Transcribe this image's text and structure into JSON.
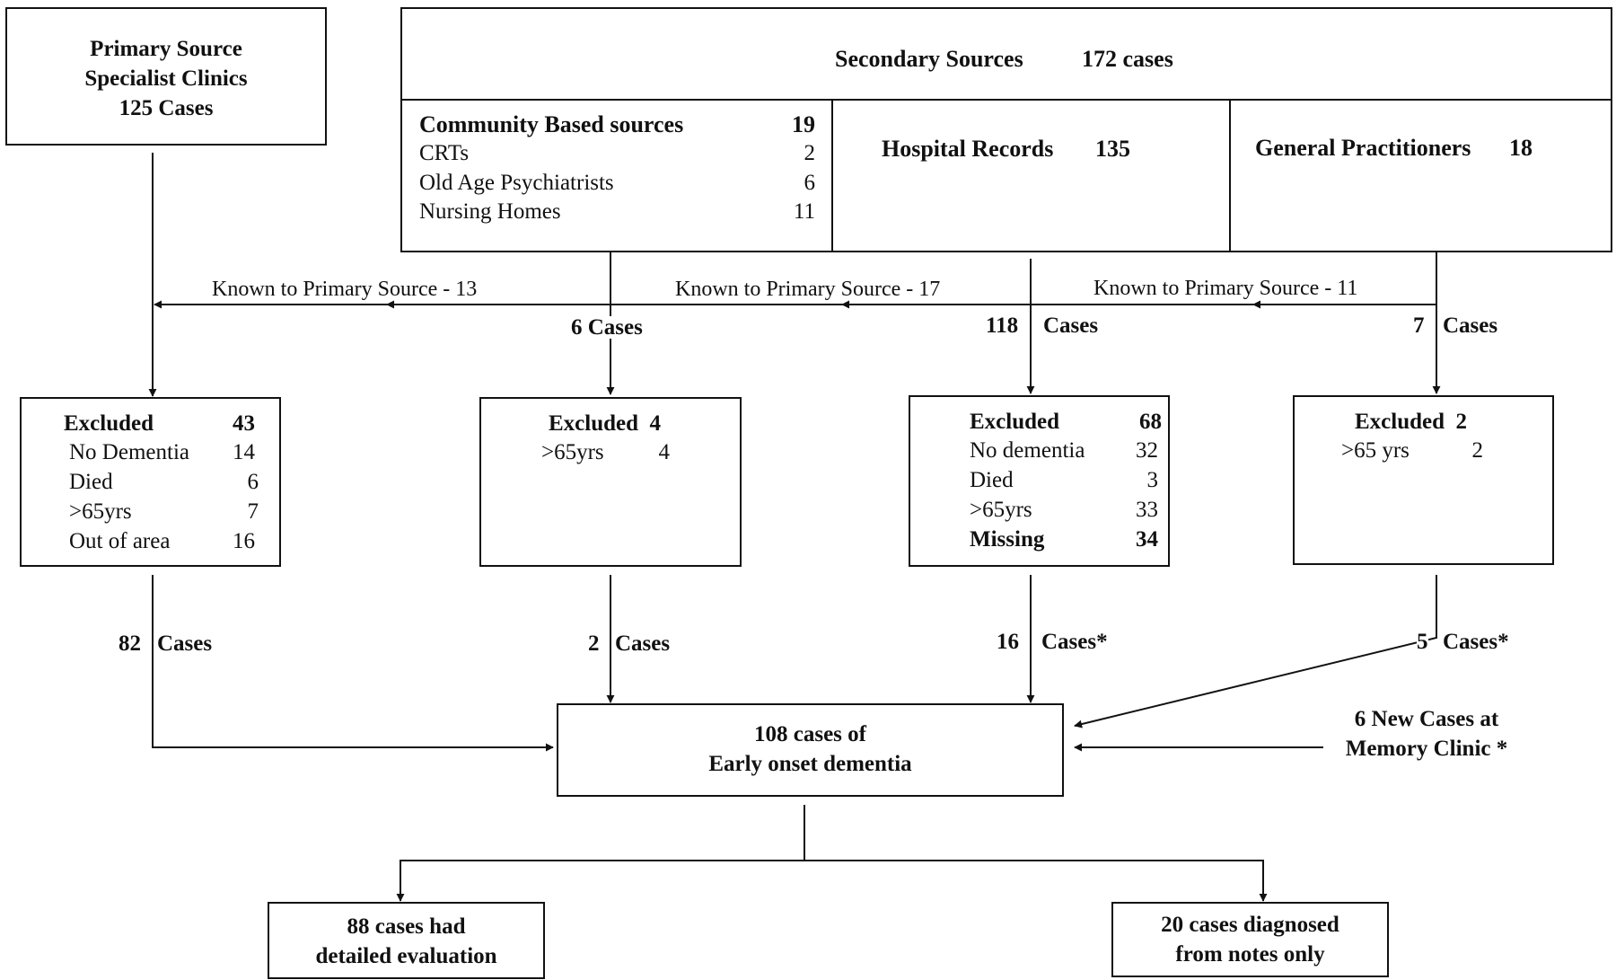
{
  "primary": {
    "line1": "Primary Source",
    "line2": "Specialist Clinics",
    "line3": "125 Cases"
  },
  "secondary": {
    "title": "Secondary Sources",
    "count": "172 cases",
    "community": {
      "title": "Community Based sources",
      "total": "19",
      "rows": [
        {
          "label": "CRTs",
          "value": "2"
        },
        {
          "label": "Old Age Psychiatrists",
          "value": "6"
        },
        {
          "label": "Nursing Homes",
          "value": "11"
        }
      ]
    },
    "hospital": {
      "title": "Hospital Records",
      "total": "135"
    },
    "gp": {
      "title": "General Practitioners",
      "total": "18"
    }
  },
  "known_labels": {
    "primary": "Known to Primary  Source - 13",
    "hospital": "Known to Primary  Source - 17",
    "gp": "Known to Primary  Source - 11"
  },
  "cases_after": {
    "community": "6 Cases",
    "hospital_num": "118",
    "hospital_word": "Cases",
    "gp_num": "7",
    "gp_word": "Cases"
  },
  "excluded": {
    "primary": {
      "title": "Excluded",
      "total": "43",
      "rows": [
        {
          "label": "No Dementia",
          "value": "14"
        },
        {
          "label": "Died",
          "value": "6"
        },
        {
          "label": ">65yrs",
          "value": "7"
        },
        {
          "label": "Out of area",
          "value": "16"
        }
      ]
    },
    "community": {
      "title": "Excluded  4",
      "rows": [
        {
          "label": ">65yrs",
          "value": "4"
        }
      ]
    },
    "hospital": {
      "title": "Excluded",
      "total": "68",
      "rows": [
        {
          "label": "No dementia",
          "value": "32"
        },
        {
          "label": "Died",
          "value": "3"
        },
        {
          "label": ">65yrs",
          "value": "33"
        }
      ],
      "missing_label": "Missing",
      "missing_value": "34"
    },
    "gp": {
      "title": "Excluded  2",
      "rows": [
        {
          "label": ">65 yrs",
          "value": "2"
        }
      ]
    }
  },
  "remaining": {
    "primary_num": "82",
    "primary_word": "Cases",
    "community_num": "2",
    "community_word": "Cases",
    "hospital_num": "16",
    "hospital_word": "Cases*",
    "gp_num": "5",
    "gp_word": "Cases*"
  },
  "final": {
    "line1": "108 cases of",
    "line2": "Early onset dementia"
  },
  "memory_clinic": {
    "line1": "6 New Cases at",
    "line2": "Memory Clinic *"
  },
  "outcomes": {
    "detailed": {
      "line1": "88 cases had",
      "line2": "detailed evaluation"
    },
    "notes": {
      "line1": "20 cases diagnosed",
      "line2": "from notes only"
    }
  }
}
